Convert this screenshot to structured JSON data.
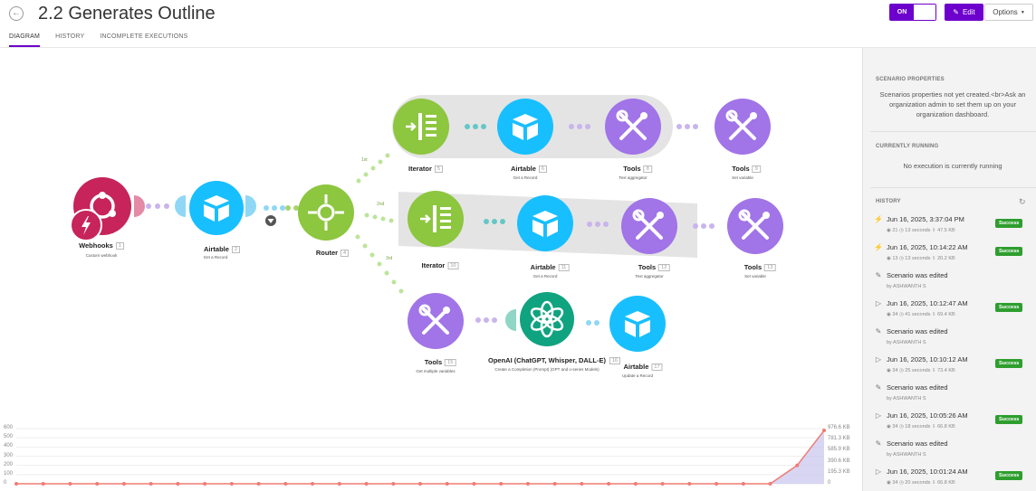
{
  "header": {
    "title": "2.2 Generates Outline",
    "tabs": [
      "DIAGRAM",
      "HISTORY",
      "INCOMPLETE EXECUTIONS"
    ],
    "toggle_label": "ON",
    "edit_label": "Edit",
    "options_label": "Options"
  },
  "modules": {
    "webhooks": {
      "name": "Webhooks",
      "num": "1",
      "sub": "Custom webhook"
    },
    "airtable1": {
      "name": "Airtable",
      "num": "2",
      "sub": "Get a Record"
    },
    "router": {
      "name": "Router",
      "num": "4"
    },
    "iterator1": {
      "name": "Iterator",
      "num": "5"
    },
    "airtable2": {
      "name": "Airtable",
      "num": "6",
      "sub": "Get a Record"
    },
    "tools1": {
      "name": "Tools",
      "num": "8",
      "sub": "Text aggregator"
    },
    "tools2": {
      "name": "Tools",
      "num": "9",
      "sub": "Set variable"
    },
    "iterator2": {
      "name": "Iterator",
      "num": "10"
    },
    "airtable3": {
      "name": "Airtable",
      "num": "11",
      "sub": "Get a Record"
    },
    "tools3": {
      "name": "Tools",
      "num": "12",
      "sub": "Text aggregator"
    },
    "tools4": {
      "name": "Tools",
      "num": "13",
      "sub": "Set variable"
    },
    "tools5": {
      "name": "Tools",
      "num": "15",
      "sub": "Get multiple variables"
    },
    "openai": {
      "name": "OpenAI (ChatGPT, Whisper, DALL-E)",
      "num": "16",
      "sub": "Create a Completion (Prompt) (GPT and o-series Models)"
    },
    "airtable4": {
      "name": "Airtable",
      "num": "17",
      "sub": "Update a Record"
    }
  },
  "routes": [
    "1st",
    "2nd",
    "3rd"
  ],
  "chart_data": {
    "type": "area",
    "y_left_ticks": [
      "600",
      "500",
      "400",
      "300",
      "200",
      "100",
      "0"
    ],
    "y_right_ticks": [
      "976.6 KB",
      "781.3 KB",
      "585.9 KB",
      "390.6 KB",
      "195.3 KB",
      "0"
    ],
    "ylim": [
      0,
      600
    ],
    "series": [
      {
        "values": [
          0,
          0,
          0,
          0,
          0,
          0,
          0,
          0,
          0,
          0,
          0,
          0,
          0,
          0,
          0,
          0,
          0,
          0,
          0,
          0,
          0,
          0,
          0,
          0,
          0,
          0,
          0,
          0,
          0,
          200,
          580
        ]
      }
    ]
  },
  "panel": {
    "props_header": "SCENARIO PROPERTIES",
    "props_text": "Scenarios properties not yet created.<br>Ask an organization admin to set them up on your organization dashboard.",
    "running_header": "CURRENTLY RUNNING",
    "running_text": "No execution is currently running",
    "history_header": "HISTORY",
    "history": [
      {
        "kind": "run",
        "title": "Jun 16, 2025, 3:37:04 PM",
        "meta": "◉ 21   ◷ 13 seconds   ⇩ 47.5 KB",
        "status": "Success"
      },
      {
        "kind": "run",
        "title": "Jun 16, 2025, 10:14:22 AM",
        "meta": "◉ 13   ◷ 13 seconds   ⇩ 20.2 KB",
        "status": "Success"
      },
      {
        "kind": "edit",
        "title": "Scenario was edited",
        "meta": "by ASHWANTH S"
      },
      {
        "kind": "play",
        "title": "Jun 16, 2025, 10:12:47 AM",
        "meta": "◉ 34   ◷ 41 seconds   ⇩ 69.4 KB",
        "status": "Success"
      },
      {
        "kind": "edit",
        "title": "Scenario was edited",
        "meta": "by ASHWANTH S"
      },
      {
        "kind": "play",
        "title": "Jun 16, 2025, 10:10:12 AM",
        "meta": "◉ 34   ◷ 25 seconds   ⇩ 73.4 KB",
        "status": "Success"
      },
      {
        "kind": "edit",
        "title": "Scenario was edited",
        "meta": "by ASHWANTH S"
      },
      {
        "kind": "play",
        "title": "Jun 16, 2025, 10:05:26 AM",
        "meta": "◉ 34   ◷ 18 seconds   ⇩ 66.8 KB",
        "status": "Success"
      },
      {
        "kind": "edit",
        "title": "Scenario was edited",
        "meta": "by ASHWANTH S"
      },
      {
        "kind": "play",
        "title": "Jun 16, 2025, 10:01:24 AM",
        "meta": "◉ 34   ◷ 20 seconds   ⇩ 66.8 KB",
        "status": "Success"
      }
    ]
  }
}
